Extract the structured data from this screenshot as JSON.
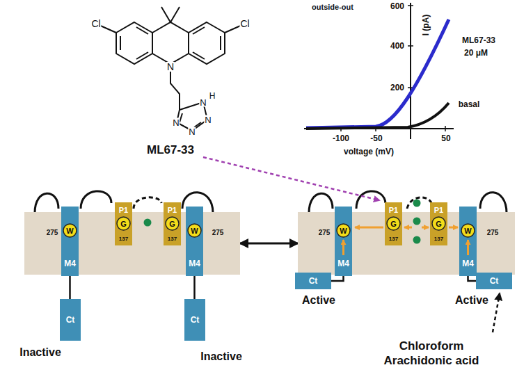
{
  "diagram": {
    "nodes": [
      {
        "text": [
          "275",
          "275"
        ]
      },
      {
        "text": [
          "M4"
        ],
        "in": 0
      },
      {
        "text": [
          "W"
        ],
        "in": 1
      },
      {
        "text": [
          "P1",
          "137"
        ],
        "in": 0
      },
      {
        "text": [
          "G"
        ],
        "in": 3
      },
      {
        "text": [
          "P1",
          "137"
        ],
        "in": 0
      },
      {
        "text": [
          "G"
        ],
        "in": 5
      },
      {
        "text": [
          "M4"
        ],
        "in": 0
      },
      {
        "text": [
          "W"
        ],
        "in": 7
      },
      {
        "text": [
          "Ct"
        ]
      },
      {
        "text": [
          "Ct"
        ]
      },
      {
        "text": [
          "275",
          "275"
        ]
      },
      {
        "text": [
          "M4"
        ],
        "in": 11
      },
      {
        "text": [
          "W"
        ],
        "in": 12
      },
      {
        "text": [
          "P1",
          "137"
        ],
        "in": 11
      },
      {
        "text": [
          "G"
        ],
        "in": 14
      },
      {
        "text": [
          "P1",
          "137"
        ],
        "in": 11
      },
      {
        "text": [
          "G"
        ],
        "in": 16
      },
      {
        "text": [
          "M4"
        ],
        "in": 11
      },
      {
        "text": [
          "W"
        ],
        "in": 18
      },
      {
        "text": [
          "Ct"
        ]
      },
      {
        "text": [
          "Ct"
        ]
      }
    ],
    "edges": [
      {
        "from": 0,
        "to": 11,
        "arrow": "both"
      },
      {
        "from": 1,
        "to": 9,
        "arrow": "none"
      },
      {
        "from": 7,
        "to": 10,
        "arrow": "none"
      },
      {
        "from": 12,
        "to": 20,
        "arrow": "none"
      },
      {
        "from": 18,
        "to": 21,
        "arrow": "none"
      }
    ],
    "labels": [
      "Cl",
      "Cl",
      "N",
      "N",
      "H",
      "N",
      "N",
      "N",
      "ML67-33",
      "outside-out",
      "I (pA)",
      "600",
      "400",
      "200",
      "-100",
      "-50",
      "50",
      "voltage (mV)",
      "ML67-33",
      "20 μM",
      "basal",
      "Inactive",
      "Inactive",
      "Active",
      "Active",
      "Chloroform Arachidonic acid"
    ]
  }
}
